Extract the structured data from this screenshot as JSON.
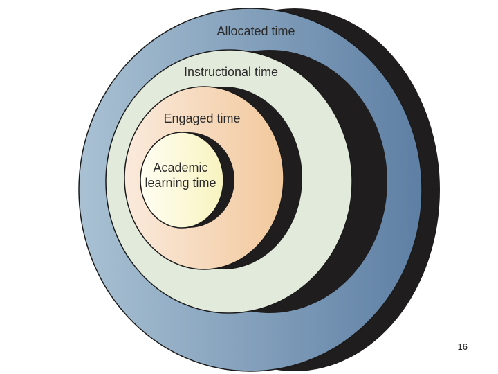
{
  "diagram": {
    "rings": [
      {
        "id": "allocated",
        "label": "Allocated time",
        "fill_start": "#a9c1d3",
        "fill_end": "#5e7fa4"
      },
      {
        "id": "instructional",
        "label": "Instructional time",
        "fill_start": "#e2eadb",
        "fill_end": "#e2eadb"
      },
      {
        "id": "engaged",
        "label": "Engaged time",
        "fill_start": "#faeadc",
        "fill_end": "#f2c89c"
      },
      {
        "id": "academic",
        "label_line1": "Academic",
        "label_line2": "learning time",
        "fill_start": "#fffef2",
        "fill_end": "#f8f3bf"
      }
    ],
    "shadow_color": "#1f1d1d",
    "outline_color": "#1a1a1a"
  },
  "slide": {
    "page_number": "16"
  }
}
